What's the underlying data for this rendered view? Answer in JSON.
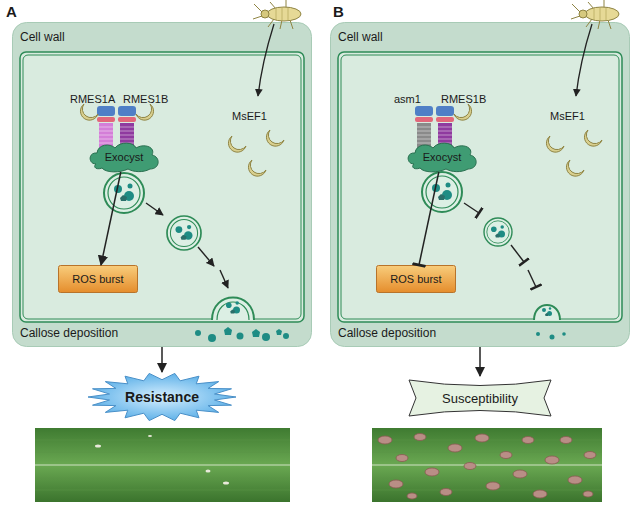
{
  "diagram": {
    "nodes": [
      {
        "text": [
          "Cell wall",
          "Callose deposition"
        ]
      },
      {
        "text": [
          "Exocyst"
        ],
        "in": 0
      },
      {
        "text": [
          "ROS burst"
        ],
        "in": 0
      },
      {
        "text": [
          "Resistance"
        ]
      },
      {
        "text": [
          "Cell wall",
          "Callose deposition"
        ]
      },
      {
        "text": [
          "Exocyst"
        ],
        "in": 4
      },
      {
        "text": [
          "ROS burst"
        ],
        "in": 4
      },
      {
        "text": [
          "Susceptibility"
        ]
      }
    ],
    "edges": [
      {
        "from": 1,
        "to": 2,
        "arrow": "to"
      },
      {
        "from": 0,
        "to": 3,
        "arrow": "to"
      },
      {
        "from": 5,
        "to": 6,
        "arrow": "none"
      },
      {
        "from": 4,
        "to": 7,
        "arrow": "to"
      }
    ],
    "labels": [
      "A",
      "RMES1A",
      "RMES1B",
      "MsEF1",
      "B",
      "asm1",
      "RMES1B",
      "MsEF1"
    ]
  }
}
